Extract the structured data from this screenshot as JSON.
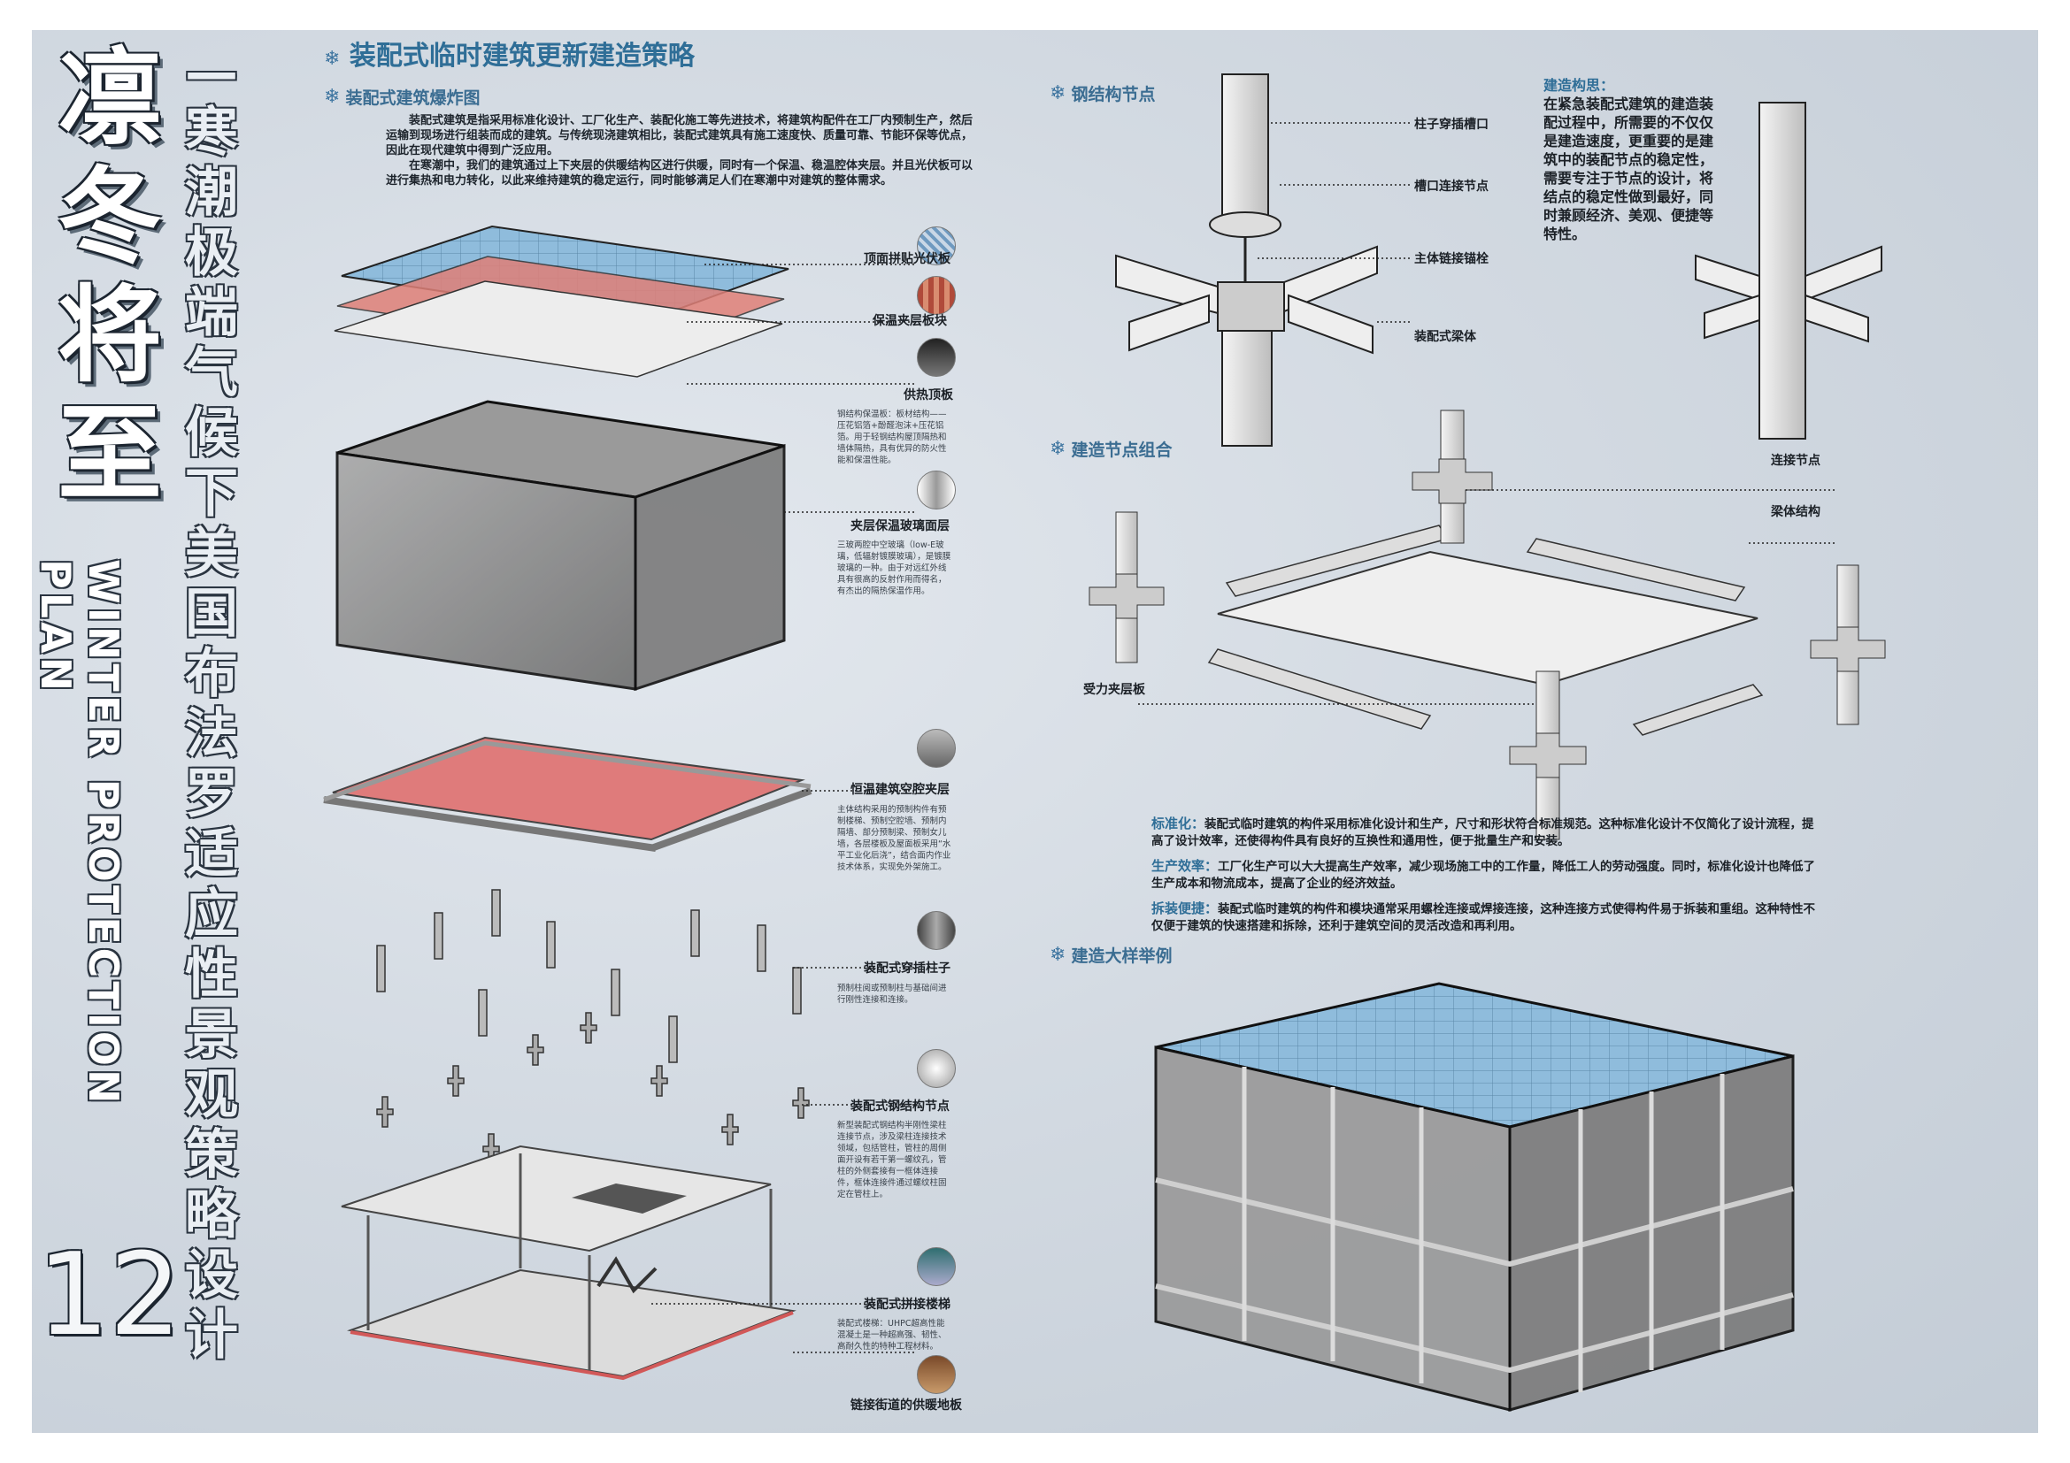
{
  "title": {
    "main_chars": [
      "凛",
      "冬",
      "将",
      "至"
    ],
    "subtitle_chars": [
      "—",
      "寒",
      "潮",
      "极",
      "端",
      "气",
      "候",
      "下",
      "美",
      "国",
      "布",
      "法",
      "罗",
      "适",
      "应",
      "性",
      "景",
      "观",
      "策",
      "略",
      "设",
      "计"
    ],
    "english": "WINTER PROTECTION PLAN",
    "number": "12"
  },
  "header": "装配式临时建筑更新建造策略",
  "sections": {
    "explode": "装配式建筑爆炸图",
    "steel": "钢结构节点",
    "combo": "建造节点组合",
    "example": "建造大样举例"
  },
  "intro": [
    "装配式建筑是指采用标准化设计、工厂化生产、装配化施工等先进技术，将建筑构配件在工厂内预制生产，然后运输到现场进行组装而成的建筑。与传统现浇建筑相比，装配式建筑具有施工速度快、质量可靠、节能环保等优点，因此在现代建筑中得到广泛应用。",
    "在寒潮中，我们的建筑通过上下夹层的供暖结构区进行供暖，同时有一个保温、稳温腔体夹层。并且光伏板可以进行集热和电力转化，以此来维持建筑的稳定运行，同时能够满足人们在寒潮中对建筑的整体需求。"
  ],
  "layers": [
    {
      "label": "顶面拼贴光伏板",
      "note": ""
    },
    {
      "label": "保温夹层板块",
      "note": ""
    },
    {
      "label": "供热顶板",
      "note": "钢结构保温板：板材结构——压花铝箔+酚醛泡沫+压花铝箔。用于轻钢结构屋顶隔热和墙体隔热，具有优异的防火性能和保温性能。"
    },
    {
      "label": "夹层保温玻璃面层",
      "note": "三玻两腔中空玻璃（low-E玻璃，低辐射镀膜玻璃），是镀膜玻璃的一种。由于对远红外线具有很高的反射作用而得名，有杰出的隔热保温作用。"
    },
    {
      "label": "恒温建筑空腔夹层",
      "note": "主体结构采用的预制构件有预制楼梯、预制空腔墙、预制内隔墙、部分预制梁、预制女儿墙，各层楼板及屋面板采用“水平工业化后浇”，结合面内作业技术体系，实现免外架施工。"
    },
    {
      "label": "装配式穿插柱子",
      "note": "预制柱阅或预制柱与基础间进行刚性连接和连接。"
    },
    {
      "label": "装配式钢结构节点",
      "note": "新型装配式钢结构半刚性梁柱连接节点，涉及梁柱连接技术领域，包括管柱，管柱的周侧面开设有若干第一螺纹孔，管柱的外侧套接有一框体连接件，框体连接件通过螺纹柱固定在管柱上。"
    },
    {
      "label": "装配式拼接楼梯",
      "note": "装配式楼梯：UHPC超高性能混凝土是一种超高强、韧性、高耐久性的特种工程材料。"
    },
    {
      "label": "链接街道的供暖地板",
      "note": ""
    }
  ],
  "steel_labels": [
    "柱子穿插槽口",
    "槽口连接节点",
    "主体链接锚栓",
    "装配式梁体"
  ],
  "concept": {
    "title": "建造构思：",
    "body": "在紧急装配式建筑的建造装配过程中，所需要的不仅仅是建造速度，更重要的是建筑中的装配节点的稳定性，需要专注于节点的设计，将结点的稳定性做到最好，同时兼顾经济、美观、便捷等特性。"
  },
  "combo_labels": [
    "连接节点",
    "梁体结构",
    "受力夹层板"
  ],
  "paragraphs": [
    {
      "key": "标准化：",
      "text": "装配式临时建筑的构件采用标准化设计和生产，尺寸和形状符合标准规范。这种标准化设计不仅简化了设计流程，提高了设计效率，还使得构件具有良好的互换性和通用性，便于批量生产和安装。"
    },
    {
      "key": "生产效率：",
      "text": "工厂化生产可以大大提高生产效率，减少现场施工中的工作量，降低工人的劳动强度。同时，标准化设计也降低了生产成本和物流成本，提高了企业的经济效益。"
    },
    {
      "key": "拆装便捷：",
      "text": "装配式临时建筑的构件和模块通常采用螺栓连接或焊接连接，这种连接方式使得构件易于拆装和重组。这种特性不仅便于建筑的快速搭建和拆除，还利于建筑空间的灵活改造和再利用。"
    }
  ],
  "colors": {
    "accent": "#2f6e97",
    "pv": "#8fbcdc",
    "heat": "#e07070",
    "glass": "#8c8c8c"
  }
}
